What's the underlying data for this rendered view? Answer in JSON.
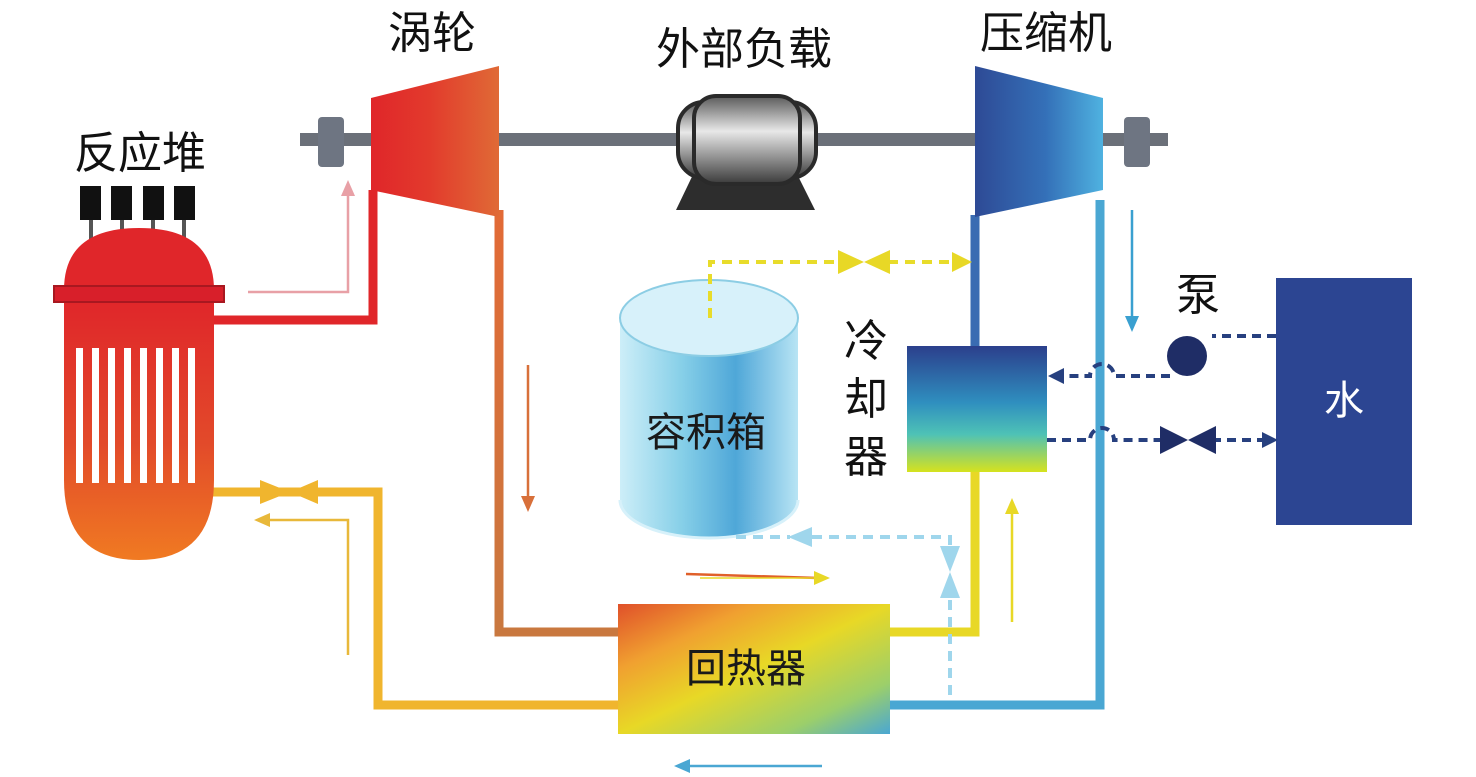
{
  "labels": {
    "reactor": "反应堆",
    "turbine": "涡轮",
    "external_load": "外部负载",
    "compressor": "压缩机",
    "pump": "泵",
    "cooler": [
      "冷",
      "却",
      "器"
    ],
    "water": "水",
    "volume_tank": "容积箱",
    "recuperator": "回热器"
  },
  "colors": {
    "hot_red": "#e0262a",
    "orange": "#e06a2e",
    "yellow": "#e6d21e",
    "light_blue": "#4aa7d3",
    "dark_blue": "#2f4a8f",
    "water_blue": "#2c4592",
    "tank_cyan": "#8fd3e8",
    "pale_blue": "#9fd6ec"
  }
}
